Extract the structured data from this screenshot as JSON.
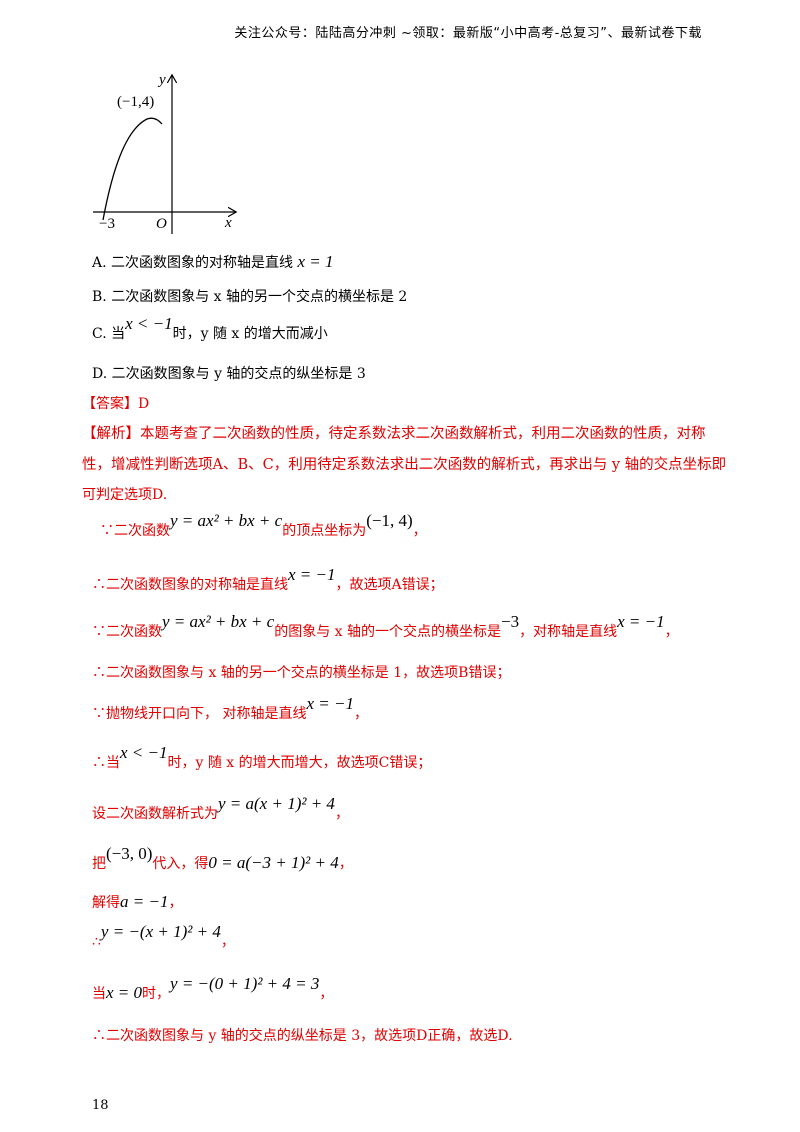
{
  "header": "关注公众号：陆陆高分冲刺  ~领取：最新版“小中高考-总复习”、最新试卷下载",
  "graph": {
    "y_label": "y",
    "x_label": "x",
    "origin_label": "O",
    "vertex_label": "(−1,4)",
    "root_label": "−3"
  },
  "options": {
    "a_text": "A.  二次函数图象的对称轴是直线 ",
    "a_math": "x = 1",
    "b_text": "B.  二次函数图象与 x 轴的另一个交点的横坐标是 2",
    "c_pre": "C.  当",
    "c_math": "x < −1",
    "c_post": "时，y 随 x 的增大而减小",
    "d_text": "D.  二次函数图象与 y 轴的交点的纵坐标是 3"
  },
  "answer": "【答案】D",
  "analysis": {
    "l1": "【解析】本题考查了二次函数的性质，待定系数法求二次函数解析式，利用二次函数的性质，对称",
    "l2": "性，增减性判断选项A、B、C，利用待定系数法求出二次函数的解析式，再求出与 y 轴的交点坐标即",
    "l3": "可判定选项D."
  },
  "steps": {
    "s1_pre": "∵二次函数",
    "s1_math": "y = ax² + bx + c",
    "s1_mid": "的顶点坐标为",
    "s1_math2": "(−1, 4)",
    "s1_post": "，",
    "s2_pre": "∴二次函数图象的对称轴是直线",
    "s2_math": "x = −1",
    "s2_post": "，故选项A错误；",
    "s3_pre": "∵二次函数",
    "s3_math": "y = ax² + bx + c",
    "s3_mid": "的图象与 x 轴的一个交点的横坐标是",
    "s3_math2": "−3",
    "s3_mid2": "，对称轴是直线",
    "s3_math3": "x = −1",
    "s3_post": "，",
    "s4": "∴二次函数图象与 x 轴的另一个交点的横坐标是 1，故选项B错误；",
    "s5_pre": "∵抛物线开口向下，  对称轴是直线",
    "s5_math": "x = −1",
    "s5_post": "，",
    "s6_pre": "∴当",
    "s6_math": "x < −1",
    "s6_post": "时，y 随 x 的增大而增大，故选项C错误；",
    "s7_pre": "设二次函数解析式为",
    "s7_math": "y = a(x + 1)² + 4",
    "s7_post": "，",
    "s8_pre": "把",
    "s8_math": "(−3, 0)",
    "s8_mid": "代入，得",
    "s8_math2": "0 = a(−3 + 1)² + 4",
    "s8_post": "，",
    "s9_pre": "解得",
    "s9_math": "a = −1",
    "s9_post": "，",
    "s10_pre": "∴",
    "s10_math": "y = −(x + 1)² + 4",
    "s10_post": "，",
    "s11_pre": "当",
    "s11_math": "x = 0",
    "s11_mid": "时，",
    "s11_math2": "y = −(0 + 1)² + 4 = 3",
    "s11_post": "，",
    "s12": "∴二次函数图象与 y 轴的交点的纵坐标是 3，故选项D正确，故选D."
  },
  "page_number": "18"
}
